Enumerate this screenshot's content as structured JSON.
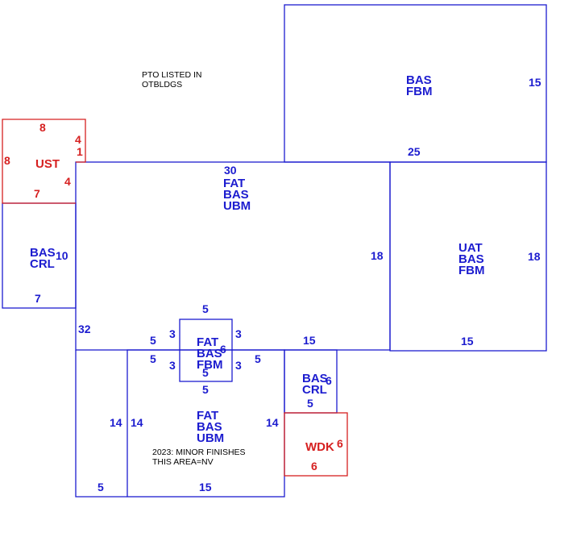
{
  "colors": {
    "blue": "#1c1ccf",
    "red": "#d62020",
    "note": "#000000"
  },
  "notes": {
    "pto_line1": "PTO LISTED IN",
    "pto_line2": "OTBLDGS",
    "finish_line1": "2023: MINOR FINISHES",
    "finish_line2": "THIS AREA=NV"
  },
  "areas": {
    "top_right": {
      "l1": "BAS",
      "l2": "FBM",
      "right": "15",
      "bottom": "25"
    },
    "ust": {
      "name": "UST",
      "top": "8",
      "left": "8",
      "r1": "4",
      "r2": "1",
      "r3": "4",
      "bottom": "7"
    },
    "main": {
      "top": "30",
      "l1": "FAT",
      "l2": "BAS",
      "l3": "UBM",
      "right": "18",
      "left": "32"
    },
    "right_mid": {
      "l1": "UAT",
      "l2": "BAS",
      "l3": "FBM",
      "right": "18",
      "bottom": "15"
    },
    "left_crl": {
      "l1": "BAS",
      "l2": "CRL",
      "right": "10",
      "bottom": "7"
    },
    "small_sq": {
      "l1": "FAT",
      "l2": "BAS",
      "l3": "FBM",
      "top": "5",
      "right_dim": "6",
      "inner_bottom": "5",
      "bottom": "5",
      "lt": "3",
      "lb": "3",
      "rt": "3",
      "rb": "3"
    },
    "lower": {
      "l1": "FAT",
      "l2": "BAS",
      "l3": "UBM",
      "left": "14",
      "right": "14",
      "bottom": "15",
      "top_left_a": "5",
      "top_left_b": "5",
      "top_right": "5",
      "outer_left": "14",
      "outer_bottom": "5",
      "notch_top": "15"
    },
    "bas_crl_small": {
      "l1": "BAS",
      "l2": "CRL",
      "right": "6",
      "bottom": "5"
    },
    "wdk": {
      "name": "WDK",
      "right": "6",
      "bottom": "6"
    }
  }
}
